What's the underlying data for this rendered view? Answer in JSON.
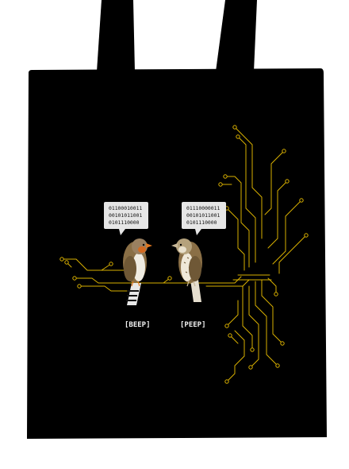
{
  "bubbles": {
    "left": {
      "line1": "01100010011",
      "line2": "00101011001",
      "line3": "0101110000"
    },
    "right": {
      "line1": "01110000011",
      "line2": "00101011001",
      "line3": "0101110000"
    }
  },
  "captions": {
    "left": "[BEEP]",
    "right": "[PEEP]"
  },
  "colors": {
    "bag": "#000000",
    "circuit": "#d9b000",
    "bubble": "#e6e6e6",
    "bird_brown": "#8a6f46",
    "beak_orange": "#e07820"
  }
}
